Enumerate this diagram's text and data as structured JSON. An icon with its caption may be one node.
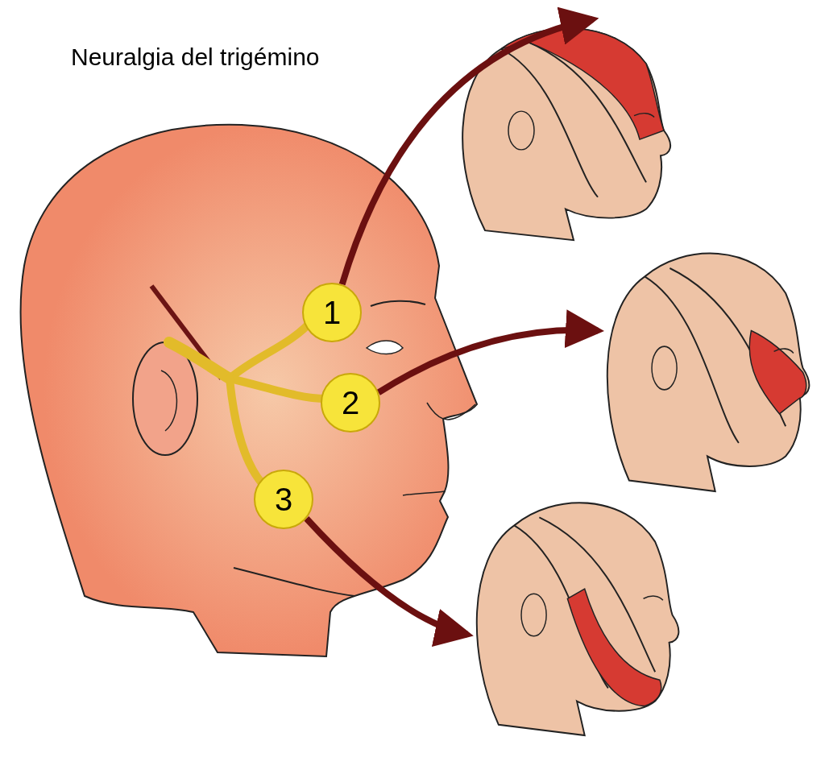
{
  "diagram": {
    "title": "Neuralgia del trigémino",
    "nodes": [
      {
        "text": [],
        "shape": "picture"
      },
      {
        "text": [
          "1"
        ],
        "in": 0
      },
      {
        "text": [
          "2"
        ],
        "in": 0
      },
      {
        "text": [
          "3"
        ],
        "in": 0
      },
      {
        "text": [],
        "shape": "picture"
      },
      {
        "text": [],
        "shape": "picture"
      },
      {
        "text": [],
        "shape": "picture"
      }
    ],
    "edges": [
      {
        "from": 1,
        "to": 4,
        "arrow": "to"
      },
      {
        "from": 2,
        "to": 5,
        "arrow": "to"
      },
      {
        "from": 3,
        "to": 6,
        "arrow": "to"
      }
    ]
  }
}
